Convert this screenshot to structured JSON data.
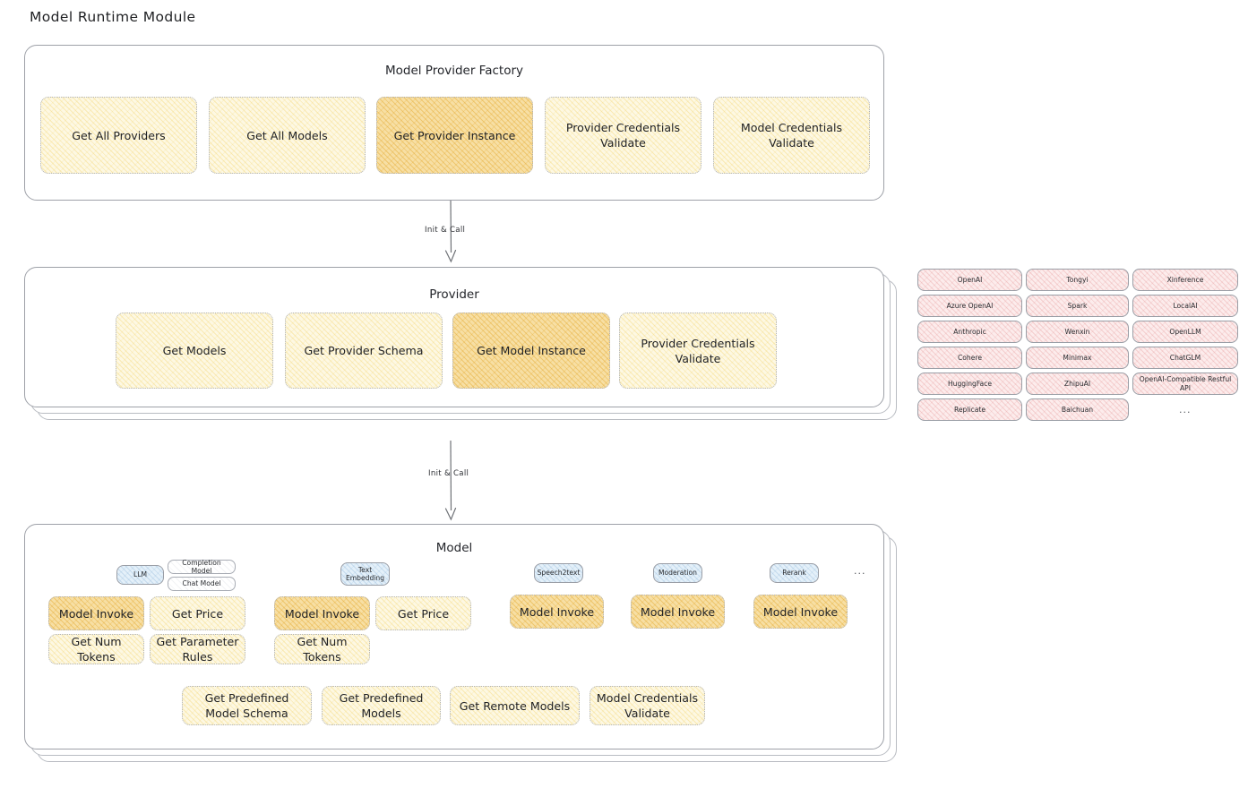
{
  "title": "Model Runtime Module",
  "sections": [
    {
      "id": "model-provider-factory",
      "title": "Model Provider Factory",
      "nodes": [
        {
          "label": "Get All Providers",
          "highlight": false
        },
        {
          "label": "Get All Models",
          "highlight": false
        },
        {
          "label": "Get Provider Instance",
          "highlight": true
        },
        {
          "label": "Provider Credentials Validate",
          "highlight": false
        },
        {
          "label": "Model Credentials Validate",
          "highlight": false
        }
      ]
    },
    {
      "id": "provider",
      "title": "Provider",
      "nodes": [
        {
          "label": "Get Models",
          "highlight": false
        },
        {
          "label": "Get Provider Schema",
          "highlight": false
        },
        {
          "label": "Get Model Instance",
          "highlight": true
        },
        {
          "label": "Provider Credentials Validate",
          "highlight": false
        }
      ]
    },
    {
      "id": "model",
      "title": "Model"
    }
  ],
  "connectors": [
    {
      "label": "Init & Call"
    },
    {
      "label": "Init & Call"
    }
  ],
  "provider_list": {
    "columns": [
      [
        "OpenAI",
        "Azure OpenAI",
        "Anthropic",
        "Cohere",
        "HuggingFace",
        "Replicate"
      ],
      [
        "Tongyi",
        "Spark",
        "Wenxin",
        "Minimax",
        "ZhipuAI",
        "Baichuan"
      ],
      [
        "Xinference",
        "LocalAI",
        "OpenLLM",
        "ChatGLM",
        "OpenAI-Compatible Restful API"
      ]
    ],
    "more": "..."
  },
  "model_types": [
    {
      "name": "LLM",
      "sub": [
        "Completion Model",
        "Chat Model"
      ],
      "ops_row1": [
        {
          "label": "Model Invoke",
          "highlight": true
        },
        {
          "label": "Get Price",
          "highlight": false
        }
      ],
      "ops_row2": [
        {
          "label": "Get Num Tokens",
          "highlight": false
        },
        {
          "label": "Get Parameter Rules",
          "highlight": false
        }
      ]
    },
    {
      "name": "Text Embedding",
      "sub": [],
      "ops_row1": [
        {
          "label": "Model Invoke",
          "highlight": true
        },
        {
          "label": "Get Price",
          "highlight": false
        }
      ],
      "ops_row2": [
        {
          "label": "Get Num Tokens",
          "highlight": false
        }
      ]
    },
    {
      "name": "Speech2text",
      "sub": [],
      "ops_row1": [
        {
          "label": "Model Invoke",
          "highlight": true
        }
      ],
      "ops_row2": []
    },
    {
      "name": "Moderation",
      "sub": [],
      "ops_row1": [
        {
          "label": "Model Invoke",
          "highlight": true
        }
      ],
      "ops_row2": []
    },
    {
      "name": "Rerank",
      "sub": [],
      "ops_row1": [
        {
          "label": "Model Invoke",
          "highlight": true
        }
      ],
      "ops_row2": []
    }
  ],
  "model_types_more": "...",
  "model_shared_ops": [
    {
      "label": "Get Predefined Model Schema"
    },
    {
      "label": "Get Predefined Models"
    },
    {
      "label": "Get Remote Models"
    },
    {
      "label": "Model Credentials Validate"
    }
  ],
  "colors": {
    "node_fill": "#fdf8e3",
    "node_fill_highlight": "#f7dfa4",
    "chip_provider_fill": "#fcecec",
    "chip_modeltype_fill": "#e4f0f9",
    "card_border": "#9ea1a8",
    "text": "#1f2023"
  }
}
